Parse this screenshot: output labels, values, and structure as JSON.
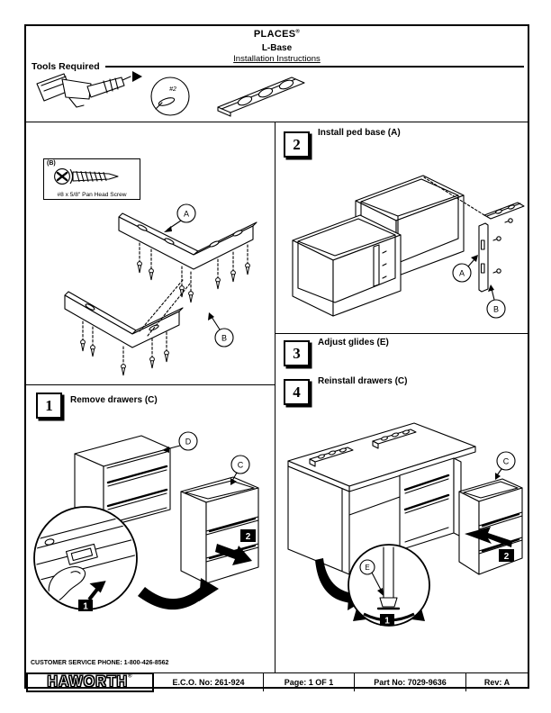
{
  "header": {
    "brand": "PLACES",
    "reg": "®",
    "product": "L-Base",
    "doc_type": "Installation Instructions",
    "tools_label": "Tools Required"
  },
  "tools": {
    "bit_label": "#2"
  },
  "parts": {
    "screw_ref": "(B)",
    "screw_label": "#8 x 5/8\" Pan Head Screw"
  },
  "steps": {
    "s1": {
      "num": "1",
      "label": "Remove drawers (C)"
    },
    "s2": {
      "num": "2",
      "label": "Install ped base (A)"
    },
    "s3": {
      "num": "3",
      "label": "Adjust glides (E)"
    },
    "s4": {
      "num": "4",
      "label": "Reinstall drawers (C)"
    }
  },
  "callouts": {
    "a": "A",
    "b": "B",
    "c": "C",
    "d": "D",
    "e": "E"
  },
  "actions": {
    "press": "1",
    "pull": "2",
    "adjust": "1",
    "insert": "2"
  },
  "footer": {
    "phone": "CUSTOMER SERVICE PHONE: 1-800-426-8562",
    "logo": "HAWORTH",
    "logo_reg": "®",
    "eco": "E.C.O. No: 261-924",
    "page": "Page:  1 OF 1",
    "part": "Part No:  7029-9636",
    "rev": "Rev:  A"
  }
}
